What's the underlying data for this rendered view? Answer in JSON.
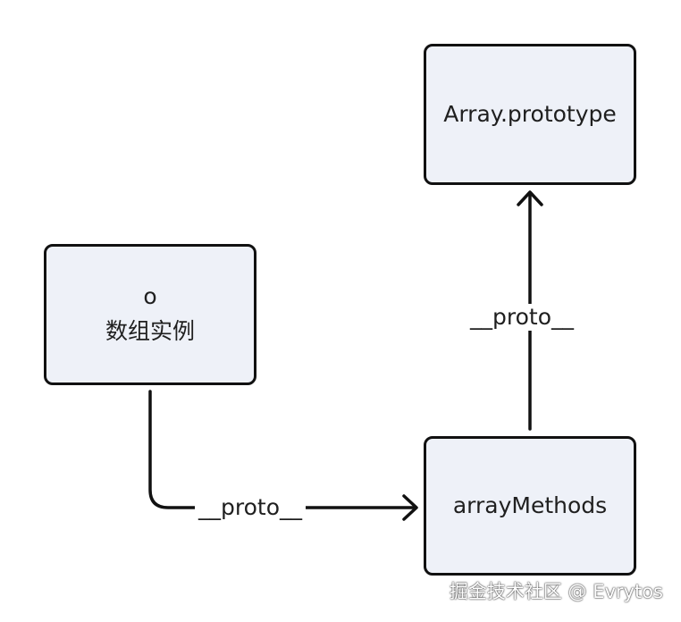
{
  "nodes": {
    "o": {
      "line1": "o",
      "line2": "数组实例"
    },
    "array_prototype": {
      "label": "Array.prototype"
    },
    "array_methods": {
      "label": "arrayMethods"
    }
  },
  "edges": {
    "o_to_methods": {
      "label": "__proto__"
    },
    "methods_to_prototype": {
      "label": "__proto__"
    }
  },
  "watermark": {
    "text": "掘金技术社区 @ Evrytos"
  },
  "colors": {
    "node_fill": "#eef1f8",
    "stroke": "#111111",
    "background": "#ffffff"
  }
}
